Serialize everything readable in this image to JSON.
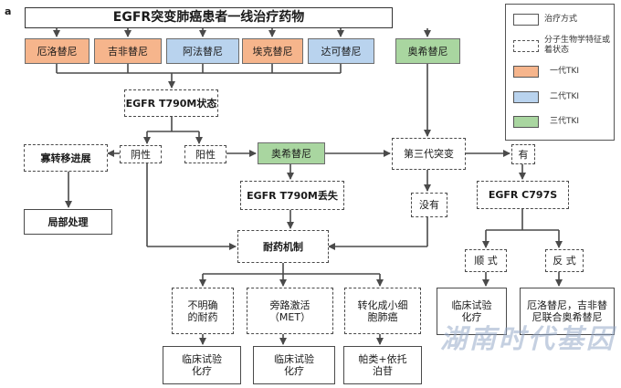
{
  "panel_label": "a",
  "title": "EGFR突变肺癌患者一线治疗药物",
  "first_line_drugs": {
    "erlotinib": "厄洛替尼",
    "gefitinib": "吉非替尼",
    "afatinib": "阿法替尼",
    "icotinib": "埃克替尼",
    "dacomitinib": "达可替尼",
    "osimertinib": "奥希替尼"
  },
  "nodes": {
    "t790m_status": "EGFR T790M状态",
    "oligo_progression": "寡转移进展",
    "local_treatment": "局部处理",
    "negative": "阴性",
    "positive": "阳性",
    "osimertinib_2": "奥希替尼",
    "third_gen_mutation": "第三代突变",
    "yes": "有",
    "t790m_loss": "EGFR T790M丢失",
    "none": "没有",
    "c797s": "EGFR C797S",
    "resistance": "耐药机制",
    "cis": "顺 式",
    "trans": "反 式",
    "unclear_resistance": "不明确的耐药",
    "bypass_activation": "旁路激活（MET）",
    "sclc_transform": "转化成小细胞肺癌",
    "clinical_trial_1": "临床试验化疗",
    "clinical_trial_2": "临床试验化疗",
    "platinum_etoposide": "帕类+依托泊苷",
    "clinical_trial_3": "临床试验化疗",
    "combo": "厄洛替尼，吉非替尼联合奥希替尼"
  },
  "legend": {
    "treatment": "治疗方式",
    "biomarker": "分子生物学特征或着状态",
    "gen1": "一代TKI",
    "gen2": "二代TKI",
    "gen3": "三代TKI"
  },
  "colors": {
    "gen1": "#f6b58c",
    "gen2": "#b9d3ee",
    "gen3": "#a9d6a0",
    "line": "#4a4a4a"
  },
  "watermark": "湖南时代基因"
}
